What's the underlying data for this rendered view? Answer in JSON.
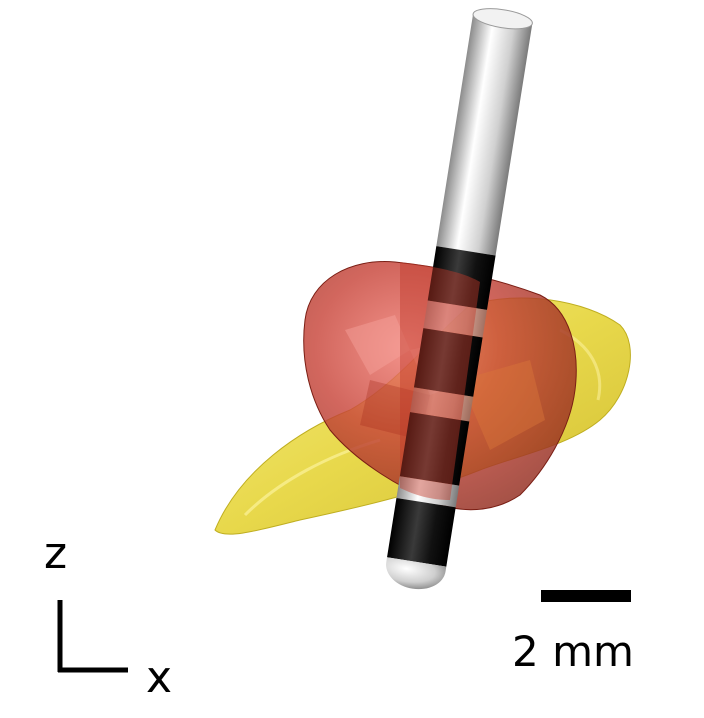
{
  "axes": {
    "vertical_label": "z",
    "horizontal_label": "x"
  },
  "scale_bar": {
    "label": "2 mm"
  },
  "colors": {
    "background": "#ffffff",
    "yellow_volume": "#e8d83a",
    "red_volume": "#c0392b",
    "lead_shaft": "#d9d9d9",
    "lead_contact": "#111111"
  }
}
